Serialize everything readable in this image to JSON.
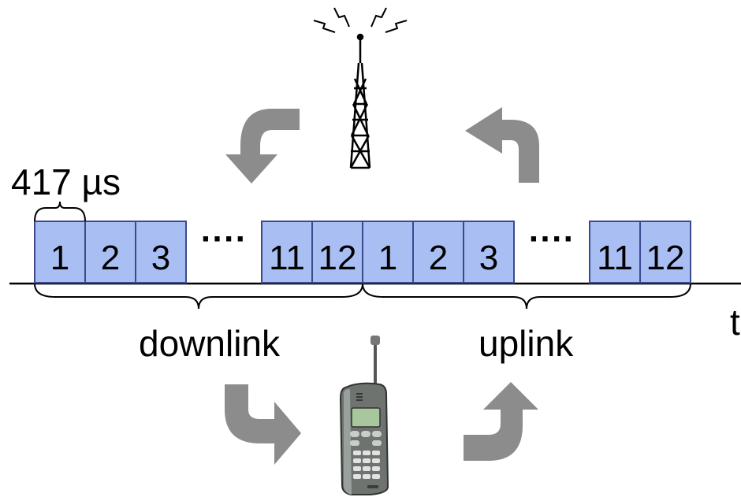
{
  "slot_duration_label": "417 µs",
  "downlink": {
    "label": "downlink",
    "slots": [
      "1",
      "2",
      "3",
      "11",
      "12"
    ],
    "ellipsis": "····"
  },
  "uplink": {
    "label": "uplink",
    "slots": [
      "1",
      "2",
      "3",
      "11",
      "12"
    ],
    "ellipsis": "····"
  },
  "time_axis_label": "t",
  "colors": {
    "slot_fill": "#a9bff3",
    "slot_stroke": "#3b4a8c",
    "arrow": "#8c8c8c",
    "line": "#000000"
  },
  "icons": {
    "tower": "radio-tower-icon",
    "phone": "mobile-phone-icon"
  }
}
